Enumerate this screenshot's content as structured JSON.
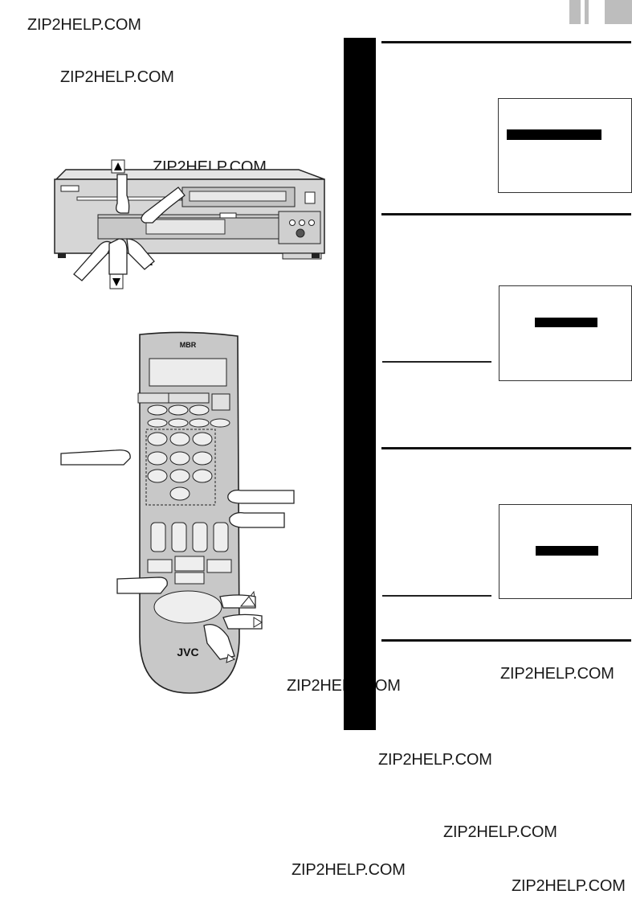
{
  "watermarks": [
    "ZIP2HELP.COM",
    "ZIP2HELP.COM",
    "ZIP2HELP.COM",
    "ZIP2HELP.COM",
    "ZIP2HELP.COM",
    "ZIP2HELP.COM",
    "ZIP2HELP.COM",
    "ZIP2HELP.COM",
    "ZIP2HELP.COM"
  ],
  "remote": {
    "top_label": "MBR",
    "brand": "JVC"
  },
  "colors": {
    "ink": "#111111",
    "remote_body": "#c8c8c8",
    "vcr_body": "#d6d6d6",
    "tab_gray": "#bdbdbd"
  }
}
